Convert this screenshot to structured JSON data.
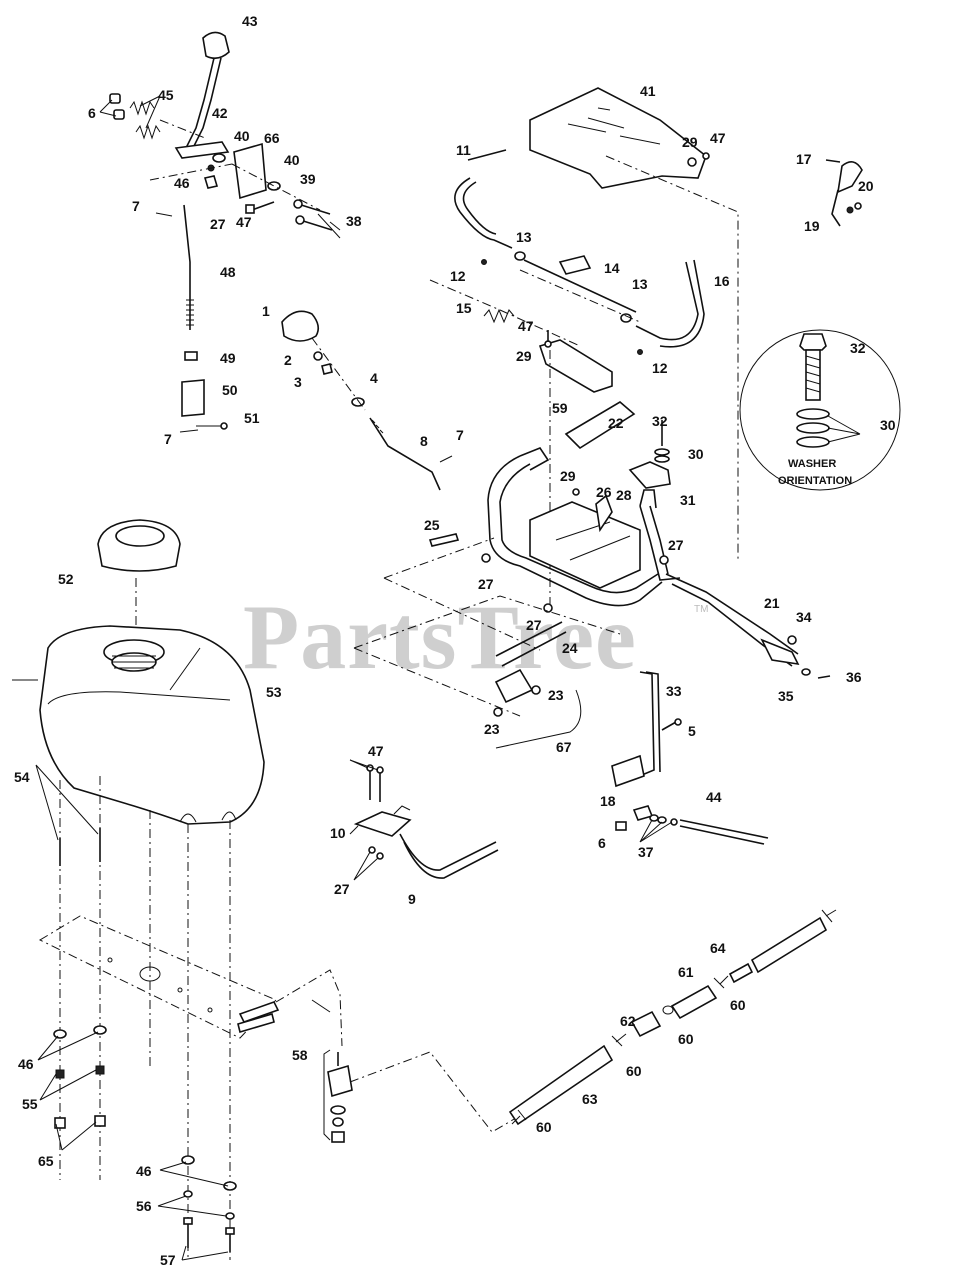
{
  "watermark": {
    "text": "PartsTree",
    "trademark": "TM"
  },
  "inset": {
    "note_line1": "WASHER",
    "note_line2": "ORIENTATION"
  },
  "callouts": {
    "c43": "43",
    "c45": "45",
    "c6a": "6",
    "c42": "42",
    "c40a": "40",
    "c66": "66",
    "c40b": "40",
    "c46a": "46",
    "c39": "39",
    "c27a": "27",
    "c47a": "47",
    "c38": "38",
    "c7a": "7",
    "c48": "48",
    "c49": "49",
    "c50": "50",
    "c7b": "7",
    "c51": "51",
    "c1": "1",
    "c2": "2",
    "c3": "3",
    "c4": "4",
    "c8": "8",
    "c7c": "7",
    "c11": "11",
    "c41": "41",
    "c29a": "29",
    "c47b": "47",
    "c13a": "13",
    "c12a": "12",
    "c14": "14",
    "c16": "16",
    "c13b": "13",
    "c15": "15",
    "c47c": "47",
    "c29b": "29",
    "c12b": "12",
    "c59": "59",
    "c17": "17",
    "c20": "20",
    "c19": "19",
    "c32a": "32",
    "c30a": "30",
    "c22": "22",
    "c32b": "32",
    "c30b": "30",
    "c29c": "29",
    "c26": "26",
    "c28": "28",
    "c31": "31",
    "c25": "25",
    "c27b": "27",
    "c27c": "27",
    "c27d": "27",
    "c24": "24",
    "c21": "21",
    "c34": "34",
    "c35": "35",
    "c36": "36",
    "c23a": "23",
    "c23b": "23",
    "c67": "67",
    "c33": "33",
    "c5": "5",
    "c18": "18",
    "c44": "44",
    "c6b": "6",
    "c37": "37",
    "c52": "52",
    "c53": "53",
    "c47d": "47",
    "c10": "10",
    "c27e": "27",
    "c9": "9",
    "c54": "54",
    "c46b": "46",
    "c55": "55",
    "c65": "65",
    "c58": "58",
    "c46c": "46",
    "c56": "56",
    "c57": "57",
    "c62": "62",
    "c61": "61",
    "c64": "64",
    "c60a": "60",
    "c60b": "60",
    "c60c": "60",
    "c60d": "60",
    "c63": "63"
  }
}
